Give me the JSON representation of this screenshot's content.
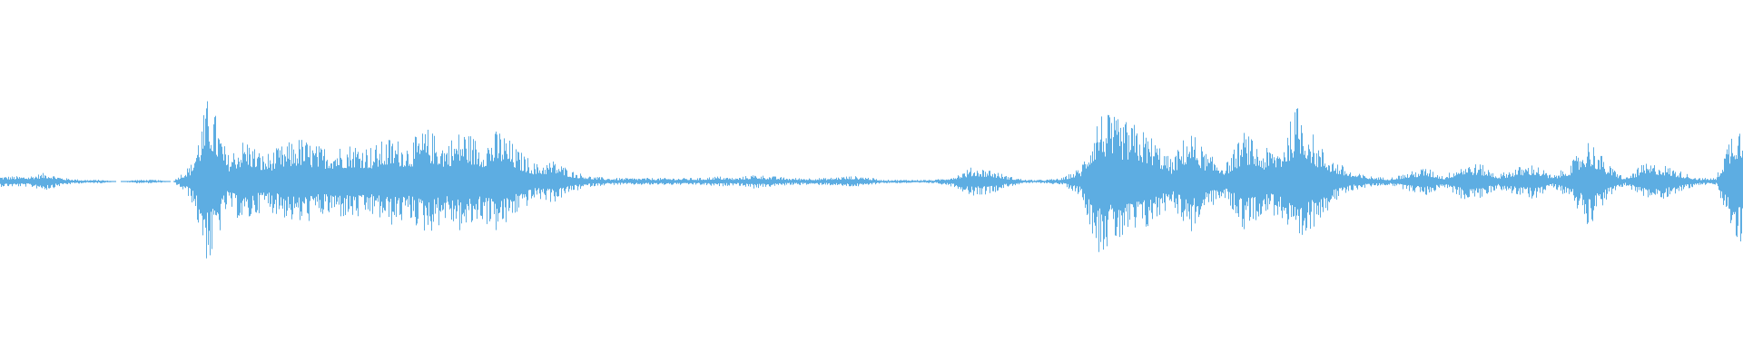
{
  "chart_data": {
    "type": "area",
    "title": "",
    "xlabel": "",
    "ylabel": "",
    "ylim": [
      -1,
      1
    ],
    "grid": false,
    "symmetric": true,
    "color": "#5dade2",
    "background": "#ffffff",
    "amplitude_envelope": [
      0.03,
      0.03,
      0.05,
      0.02,
      0.01,
      0.01,
      0,
      0.01,
      0.01,
      0,
      0.1,
      0.5,
      0.15,
      0.25,
      0.15,
      0.2,
      0.25,
      0.2,
      0.2,
      0.22,
      0.2,
      0.25,
      0.22,
      0.3,
      0.22,
      0.3,
      0.22,
      0.3,
      0.18,
      0.1,
      0.12,
      0.06,
      0.03,
      0.02,
      0.02,
      0.02,
      0.02,
      0.02,
      0.02,
      0.03,
      0.02,
      0.04,
      0.03,
      0.02,
      0.02,
      0.02,
      0.03,
      0.03,
      0.01,
      0.01,
      0.01,
      0.01,
      0.03,
      0.08,
      0.07,
      0.03,
      0.01,
      0.01,
      0.02,
      0.08,
      0.4,
      0.35,
      0.32,
      0.25,
      0.12,
      0.3,
      0.15,
      0.1,
      0.28,
      0.18,
      0.2,
      0.45,
      0.22,
      0.12,
      0.05,
      0.03,
      0.02,
      0.05,
      0.08,
      0.03,
      0.1,
      0.1,
      0.04,
      0.08,
      0.1,
      0.03,
      0.1,
      0.25,
      0.1,
      0.02,
      0.1,
      0.1,
      0.06,
      0.02,
      0.02,
      0.35
    ]
  }
}
